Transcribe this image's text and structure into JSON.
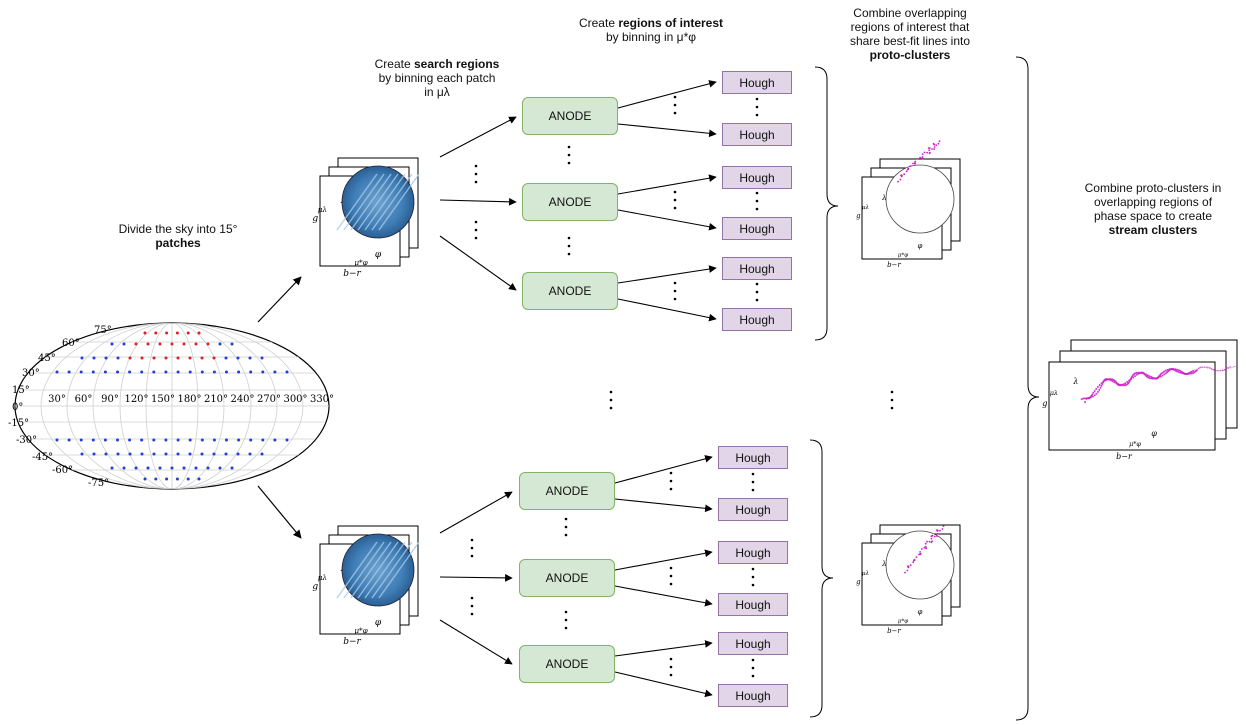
{
  "labels": {
    "divide": {
      "prefix": "Divide the sky into 15°",
      "bold": "patches"
    },
    "search": {
      "prefix": "Create ",
      "bold": "search regions",
      "mid": "by binning each patch",
      "suffix": "in μλ"
    },
    "roi": {
      "prefix": "Create ",
      "bold": "regions of interest",
      "suffix": "by binning in μ*φ"
    },
    "proto": {
      "line1": "Combine overlapping",
      "line2": "regions of interest that",
      "line3": "share best-fit lines into",
      "bold": "proto-clusters"
    },
    "stream": {
      "line1": "Combine proto-clusters in",
      "line2": "overlapping regions of",
      "line3": "phase space to create",
      "bold": "stream clusters"
    }
  },
  "boxes": {
    "anode": "ANODE",
    "hough": "Hough"
  },
  "plot_axes": {
    "x": "φ",
    "y": "λ",
    "z": "μλ",
    "x2": "μ*φ",
    "x3": "b−r",
    "y3": "g"
  },
  "sky_map": {
    "lat_labels": [
      "75°",
      "60°",
      "45°",
      "30°",
      "15°",
      "0°",
      "-15°",
      "-30°",
      "-45°",
      "-60°",
      "-75°"
    ],
    "lon_labels": [
      "30°",
      "60°",
      "90°",
      "120°",
      "150°",
      "180°",
      "210°",
      "240°",
      "270°",
      "300°",
      "330°"
    ]
  },
  "colors": {
    "anode_fill": "#d5e8d4",
    "anode_border": "#82b366",
    "hough_fill": "#e1d5e7",
    "hough_border": "#9673a6",
    "patch_dot": "#1f3fd8",
    "selected_dot": "#e02020",
    "stream_points": "#cc22cc"
  }
}
